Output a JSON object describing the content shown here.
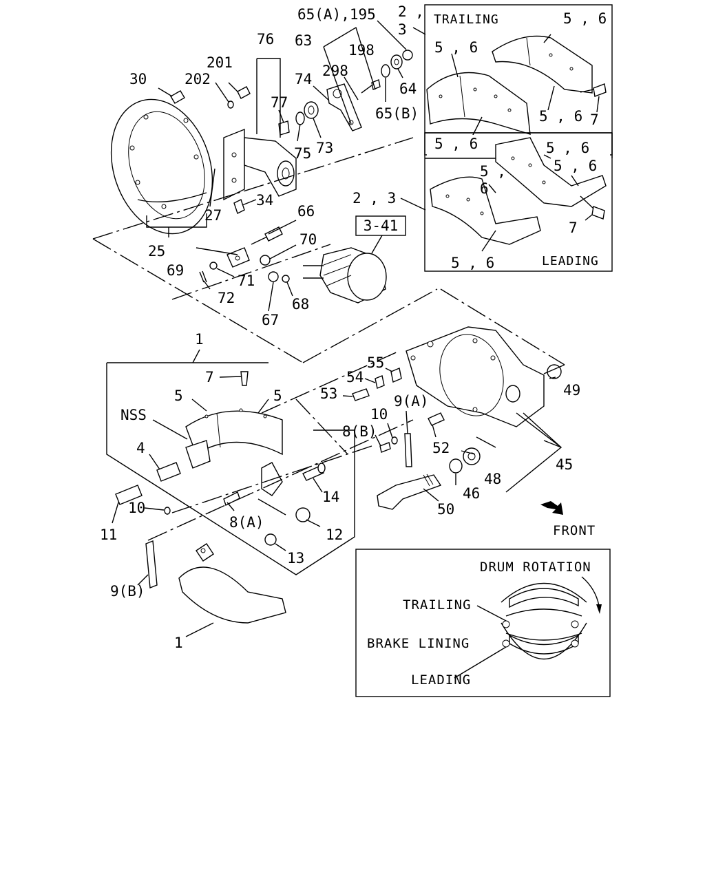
{
  "reference_box": "3-41",
  "callouts": {
    "c1_top": "1",
    "c1_bottom": "1",
    "c2_3_top": "2 ,",
    "c3_top": "3",
    "c2_3_mid": "2 , 3",
    "c4": "4",
    "c5_left": "5",
    "c5_right": "5",
    "c5_6_tl": "5 , 6",
    "c5_6_tr": "5 , 6",
    "c5_6_t_low": "5 , 6",
    "c5_6_t_bot": "5 , 6",
    "c5_6_l_top": "5 , 6",
    "c5_6_l_mid": "5 , 6",
    "c5_6_l_left": "5 ,",
    "c6_l_left": "6",
    "c5_6_l_bot": "5 , 6",
    "c7_main": "7",
    "c7_trailing": "7",
    "c7_leading": "7",
    "c8a": "8(A)",
    "c8b": "8(B)",
    "c9a": "9(A)",
    "c9b": "9(B)",
    "c10_left": "10",
    "c10_right": "10",
    "c11": "11",
    "c12": "12",
    "c13": "13",
    "c14": "14",
    "c25": "25",
    "c27": "27",
    "c30": "30",
    "c34": "34",
    "c45": "45",
    "c46": "46",
    "c48": "48",
    "c49": "49",
    "c50": "50",
    "c52": "52",
    "c53": "53",
    "c54": "54",
    "c55": "55",
    "c63": "63",
    "c64": "64",
    "c65a_195": "65(A),195",
    "c65b": "65(B)",
    "c66": "66",
    "c67": "67",
    "c68": "68",
    "c69": "69",
    "c70": "70",
    "c71": "71",
    "c72": "72",
    "c73": "73",
    "c74": "74",
    "c75": "75",
    "c76": "76",
    "c77": "77",
    "c198": "198",
    "c201": "201",
    "c202": "202",
    "c298": "298",
    "nss": "NSS"
  },
  "panels": {
    "trailing_title": "TRAILING",
    "leading_title": "LEADING"
  },
  "front_label": "FRONT",
  "legend": {
    "title": "DRUM ROTATION",
    "trailing": "TRAILING",
    "brake_lining": "BRAKE LINING",
    "leading": "LEADING"
  }
}
